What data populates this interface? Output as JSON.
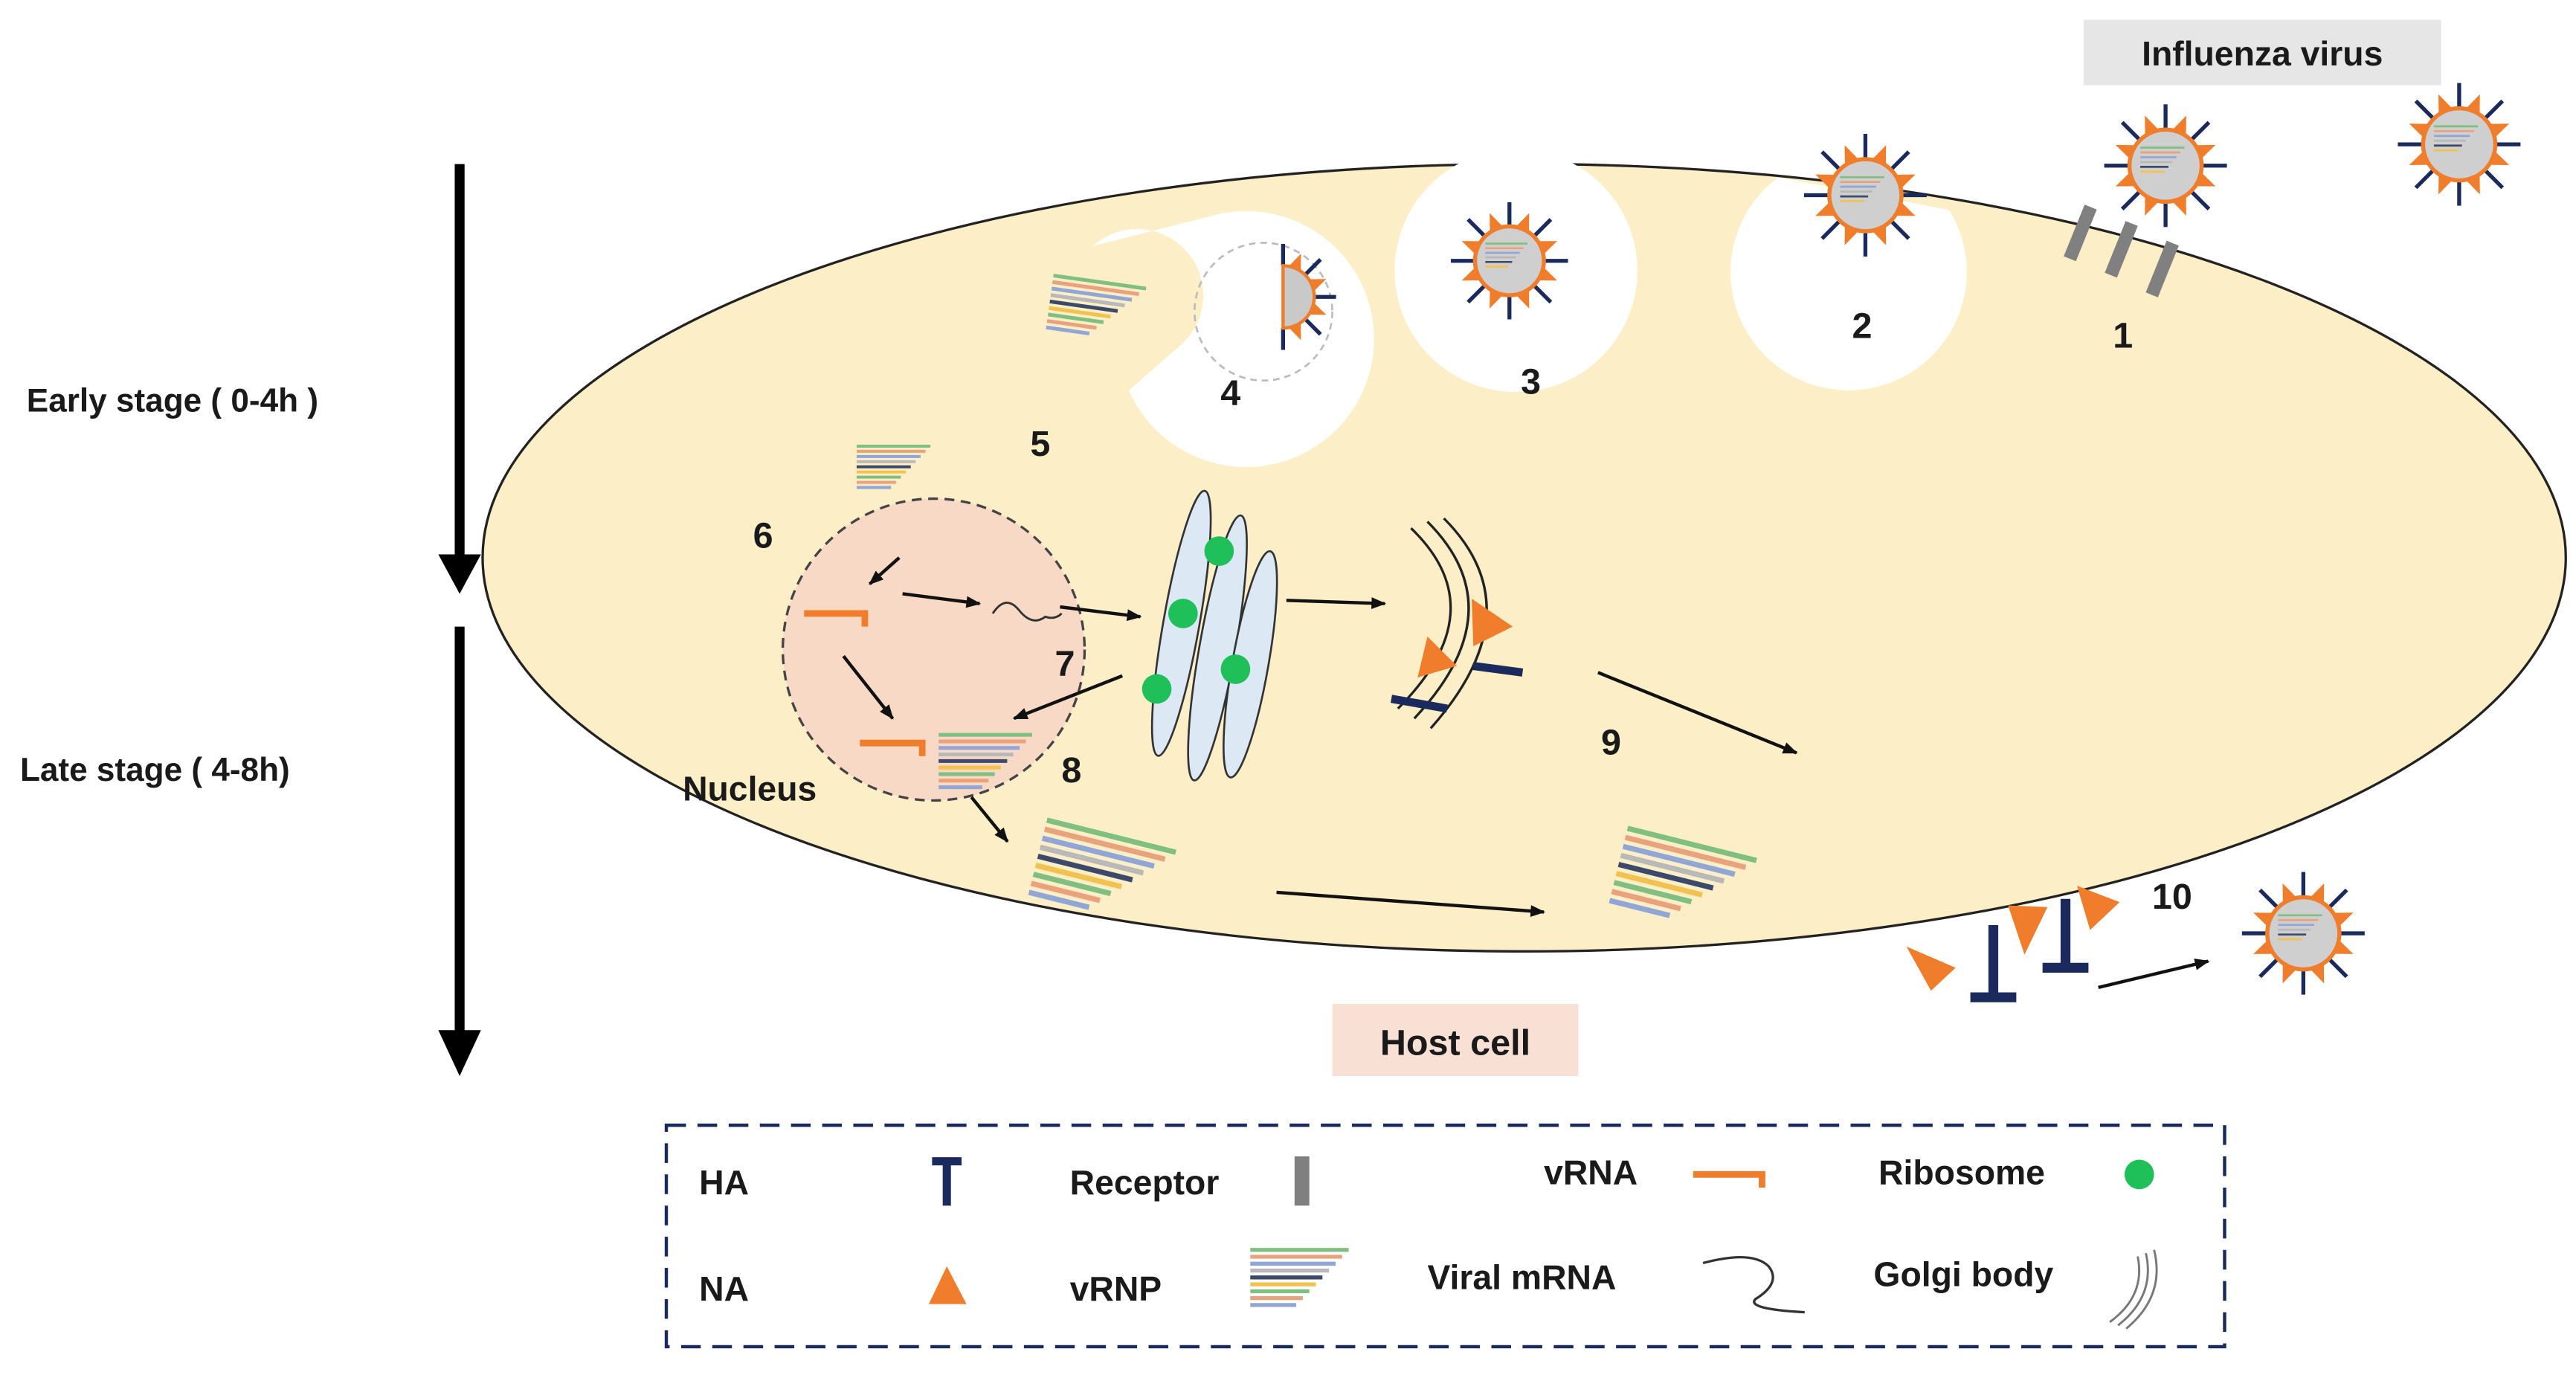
{
  "title": "Influenza virus",
  "stages": {
    "early": "Early stage ( 0-4h )",
    "late": "Late stage ( 4-8h)"
  },
  "labels": {
    "nucleus": "Nucleus",
    "host_cell": "Host cell"
  },
  "steps": [
    "1",
    "2",
    "3",
    "4",
    "5",
    "6",
    "7",
    "8",
    "9",
    "10"
  ],
  "legend": {
    "ha": "HA",
    "na": "NA",
    "receptor": "Receptor",
    "vrnp": "vRNP",
    "vrna": "vRNA",
    "viral_mrna": "Viral mRNA",
    "ribosome": "Ribosome",
    "golgi": "Golgi body"
  },
  "colors": {
    "cell_fill": "#fcefc8",
    "nucleus_fill": "#f8d9c6",
    "spike_ha": "#1b2a5c",
    "spike_na": "#ef7d2b",
    "receptor": "#808080",
    "ribosome": "#1fbf5a",
    "golgi_fill": "#dde8f5",
    "label_box_gray": "#e6e6e6",
    "label_box_pink": "#f9e0d4"
  }
}
